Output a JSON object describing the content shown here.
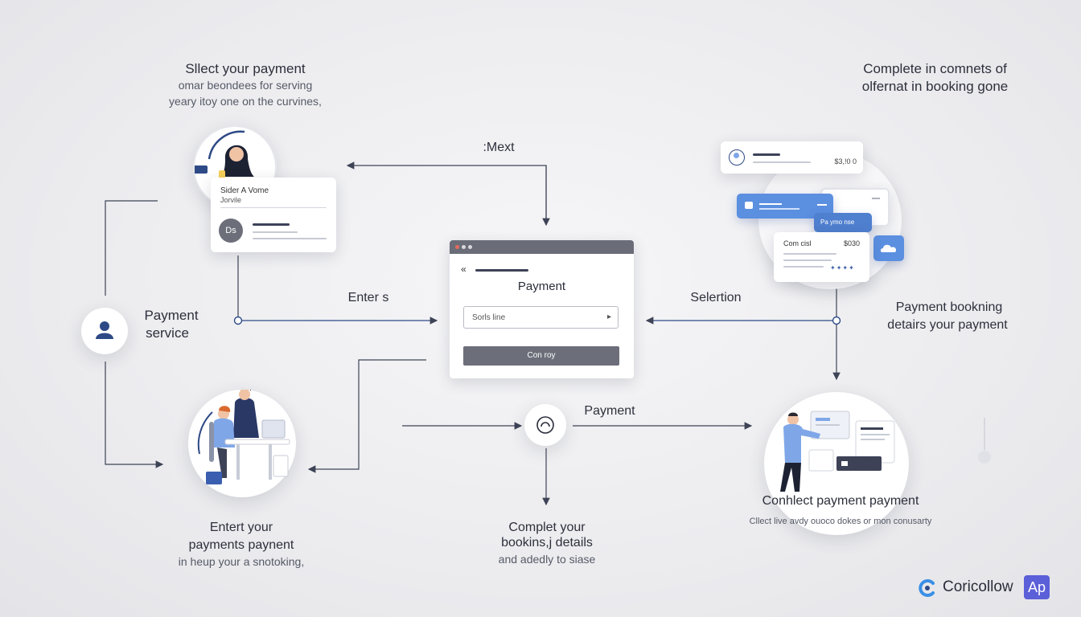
{
  "top_left": {
    "title": "Sllect your payment",
    "line1": "omar beondees for serving",
    "line2": "yeary itoy one on the curvines,"
  },
  "top_right": {
    "line1": "Complete in comnets of",
    "line2": "olfernat in booking gone"
  },
  "selection_card": {
    "line1": "Sider A Vome",
    "line2": "Jorvile",
    "avatar_text": "Ds"
  },
  "next_label": ":Mext",
  "payment_service": {
    "line1": "Payment",
    "line2": "service"
  },
  "enter_label": "Enter s",
  "selection_label": "Selertion",
  "payment_window": {
    "back_glyph": "«",
    "title": "Payment",
    "input_value": "Sorls line",
    "button_label": "Con roy"
  },
  "right_detail": {
    "line1": "Payment bookning",
    "line2": "detairs your payment"
  },
  "right_cards": {
    "top_amount": "$3,!0 0",
    "mid_label": "Pa ymo nse",
    "price_name": "Com cisl",
    "price_amount": "$030"
  },
  "bottom_payment_label": "Payment",
  "bottom_left": {
    "line1": "Entert your",
    "line2": "payments paynent",
    "line3": "in heup your a snotoking,"
  },
  "bottom_center": {
    "line1": "Complet your",
    "line2": "bookins,j details",
    "line3": "and adedly to siase"
  },
  "bottom_right": {
    "title": "Conhlect payment payment",
    "sub": "Cllect live avdy ouoco dokes or mon conusarty"
  },
  "brand": {
    "name": "Coricollow",
    "badge": "Ap"
  },
  "colors": {
    "accent": "#2e4a86",
    "blue": "#5b8fe0",
    "badge": "#5b5fd8"
  }
}
